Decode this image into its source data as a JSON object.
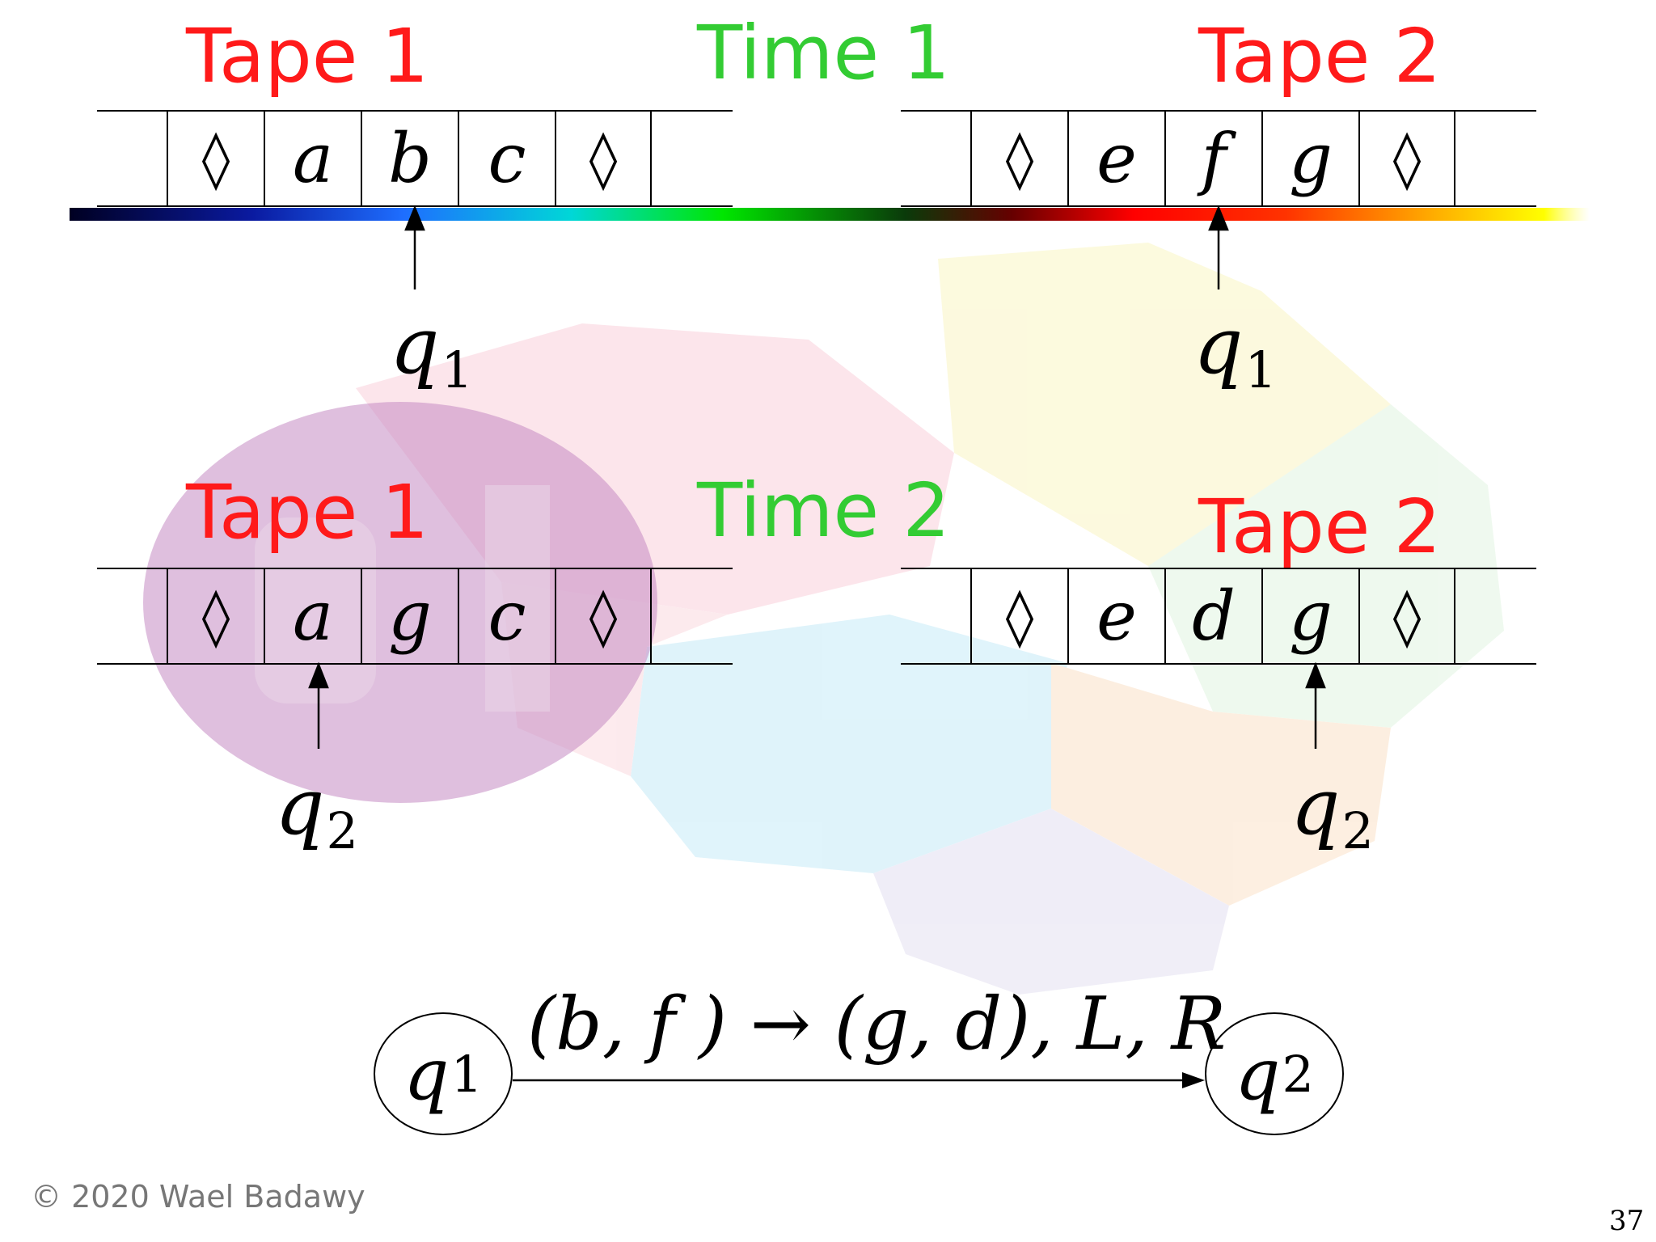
{
  "colors": {
    "tape_heading": "#ff1a1a",
    "time_heading": "#33cc33",
    "ink": "#000000",
    "footer": "#777777"
  },
  "time1": {
    "heading": "Time 1",
    "tape1": {
      "heading": "Tape 1",
      "cells": [
        "◊",
        "a",
        "b",
        "c",
        "◊"
      ],
      "head_index": 2,
      "state": "q",
      "state_sub": "1"
    },
    "tape2": {
      "heading": "Tape 2",
      "cells": [
        "◊",
        "e",
        "f",
        "g",
        "◊"
      ],
      "head_index": 2,
      "state": "q",
      "state_sub": "1"
    }
  },
  "time2": {
    "heading": "Time 2",
    "tape1": {
      "heading": "Tape 1",
      "cells": [
        "◊",
        "a",
        "g",
        "c",
        "◊"
      ],
      "head_index": 1,
      "state": "q",
      "state_sub": "2"
    },
    "tape2": {
      "heading": "Tape 2",
      "cells": [
        "◊",
        "e",
        "d",
        "g",
        "◊"
      ],
      "head_index": 3,
      "state": "q",
      "state_sub": "2"
    }
  },
  "transition": {
    "from": {
      "name": "q",
      "sub": "1"
    },
    "to": {
      "name": "q",
      "sub": "2"
    },
    "label": "(b, f ) → (g, d), L, R"
  },
  "footer": {
    "copyright": "© 2020 Wael Badawy",
    "page_number": "37"
  }
}
